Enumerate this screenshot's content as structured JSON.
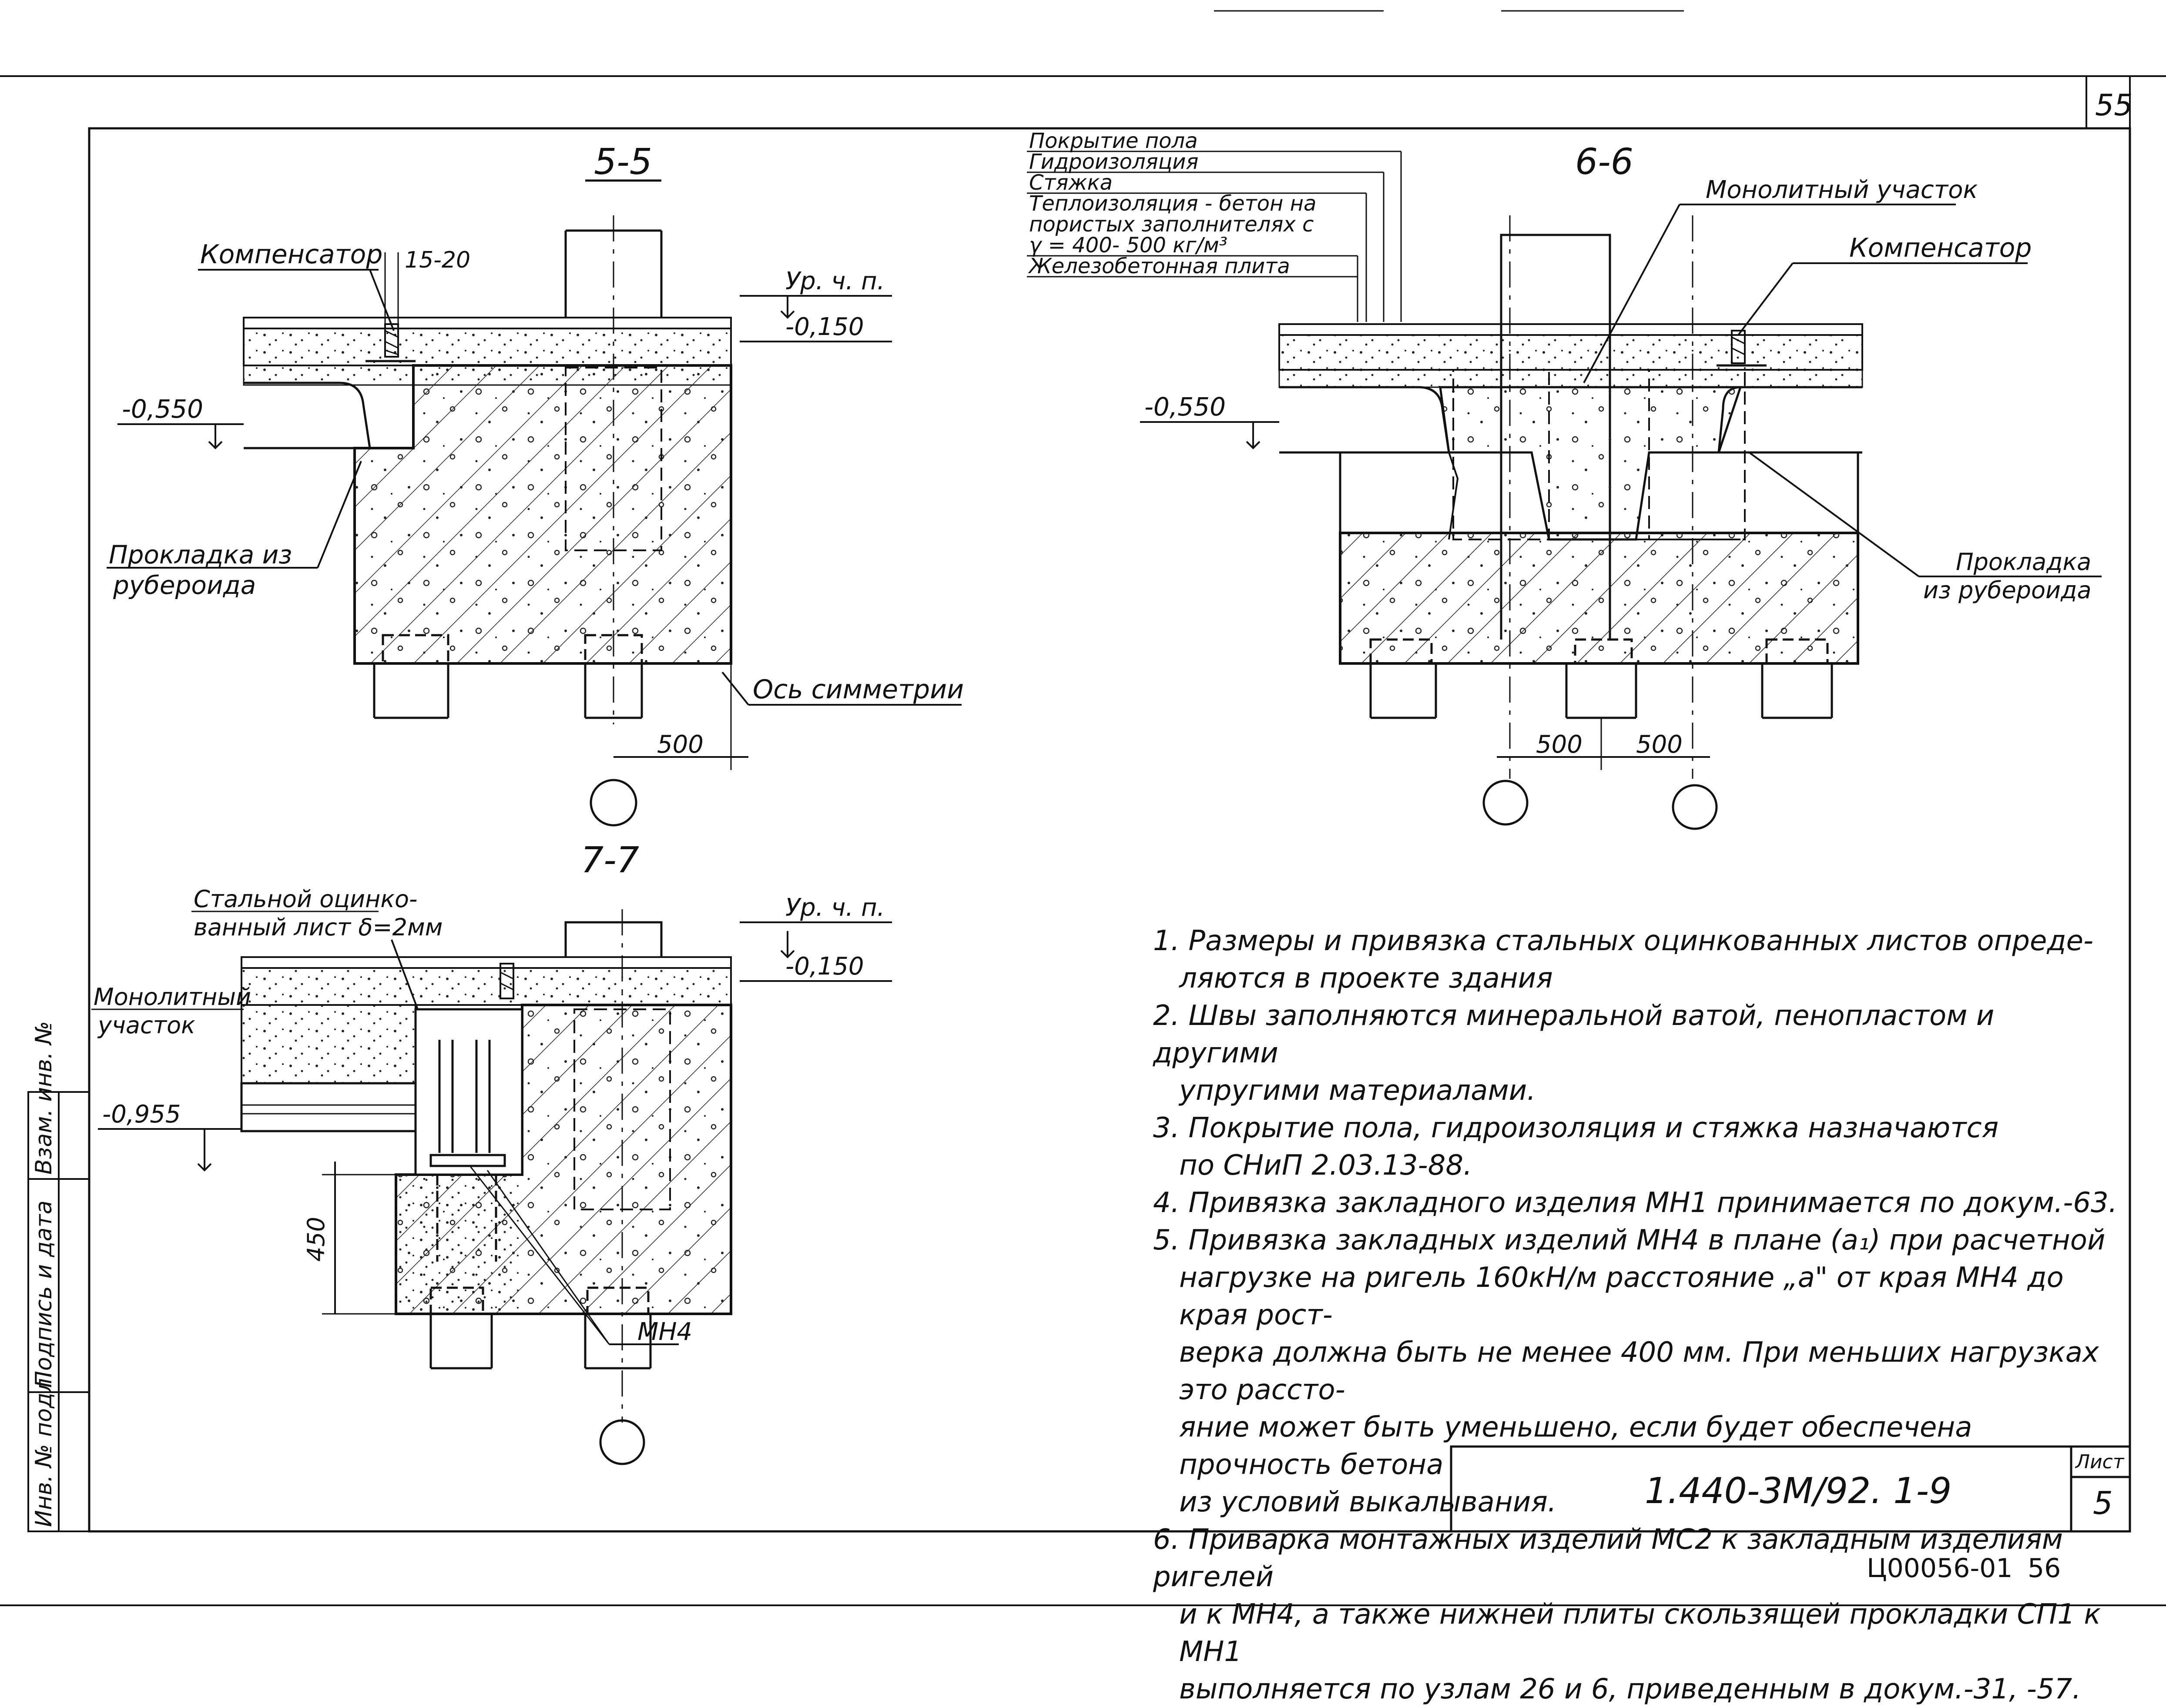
{
  "sheet": {
    "top_number": "55",
    "list_label": "Лист",
    "list_number": "5",
    "code": "1.440-3М/92. 1-9",
    "footer_code": "Ц00056-01",
    "footer_page": "56",
    "stamp_labels": [
      "Инв. № подл.",
      "Подпись и дата",
      "Взам. инв. №"
    ]
  },
  "section_55": {
    "title": "5-5",
    "compensator_label": "Компенсатор",
    "gap_label": "15-20",
    "floor_level_label": "Ур. ч. п.",
    "level_top": "-0,150",
    "level_slab": "-0,550",
    "gasket_label_1": "Прокладка из",
    "gasket_label_2": "рубероида",
    "axis_label": "Ось симметрии",
    "dim_500": "500"
  },
  "section_66": {
    "title": "6-6",
    "layers": [
      "Покрытие пола",
      "Гидроизоляция",
      "Стяжка",
      "Теплоизоляция - бетон на",
      "пористых заполнителях с",
      "γ = 400- 500 кг/м³",
      "Железобетонная плита"
    ],
    "monolith_label": "Монолитный участок",
    "compensator_label": "Компенсатор",
    "level_slab": "-0,550",
    "gasket_label_1": "Прокладка",
    "gasket_label_2": "из рубероида",
    "dim_left": "500",
    "dim_right": "500"
  },
  "section_77": {
    "title": "7-7",
    "steel_sheet_1": "Стальной оцинко-",
    "steel_sheet_2": "ванный лист δ=2мм",
    "floor_level_label": "Ур. ч. п.",
    "level_top": "-0,150",
    "monolith_1": "Монолитный",
    "monolith_2": "участок",
    "level_955": "-0,955",
    "dim_450": "450",
    "mn4_label": "МН4"
  },
  "notes": [
    "1. Размеры и привязка стальных оцинкованных листов опреде-",
    "ляются в проекте здания",
    "2. Швы заполняются минеральной ватой, пенопластом и другими",
    "упругими материалами.",
    "3. Покрытие пола, гидроизоляция и стяжка назначаются",
    "по СНиП 2.03.13-88.",
    "4. Привязка закладного изделия МН1 принимается по докум.-63.",
    "5. Привязка закладных изделий МН4 в плане (а₁) при расчетной",
    "нагрузке на ригель 160кН/м расстояние „а\" от края МН4 до края рост-",
    "верка должна быть не менее 400 мм. При меньших нагрузках это рассто-",
    "яние может быть уменьшено, если будет обеспечена прочность бетона",
    "из условий выкалывания.",
    "6. Приварка монтажных изделий МС2 к закладным изделиям ригелей",
    "и к МН4, а также нижней плиты скользящей прокладки СП1 к МН1",
    "выполняется по узлам 26 и 6, приведенным в докум.-31, -57."
  ]
}
